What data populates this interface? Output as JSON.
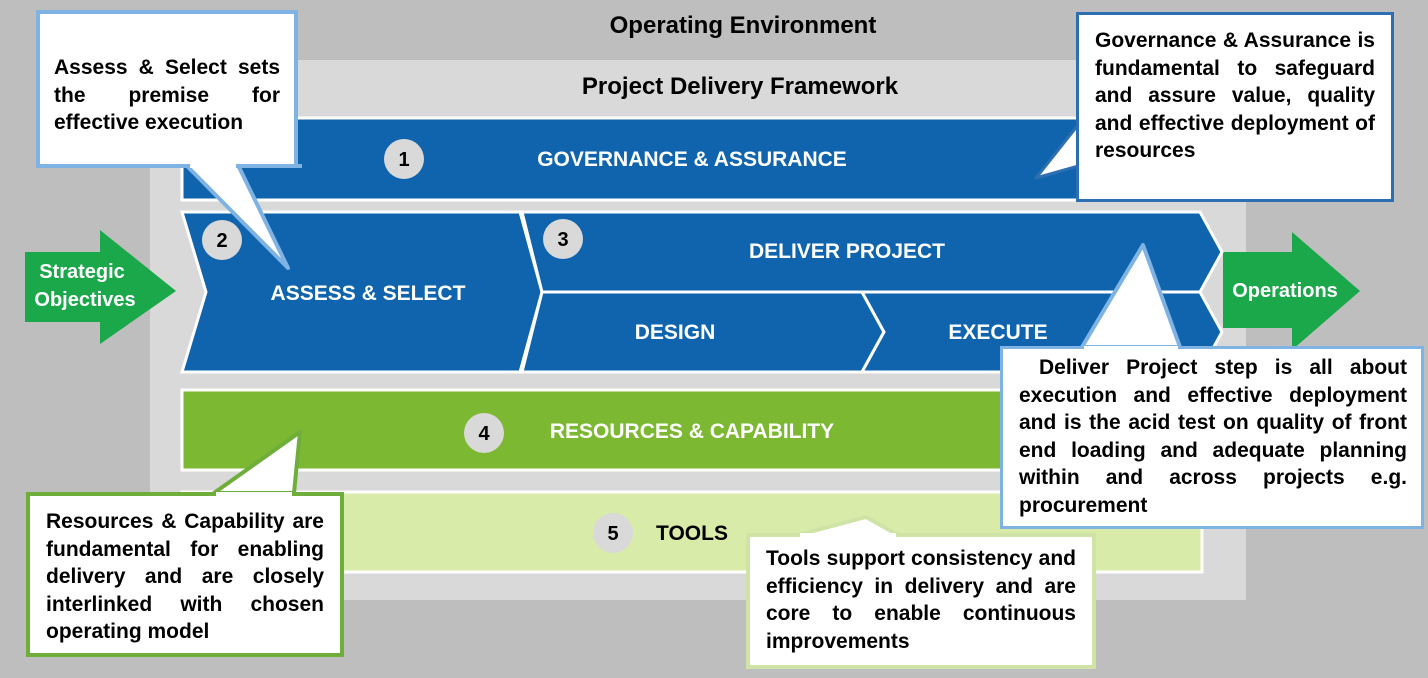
{
  "titles": {
    "operating_environment": "Operating Environment",
    "framework": "Project Delivery Framework"
  },
  "inputs": {
    "strategic_objectives_line1": "Strategic",
    "strategic_objectives_line2": "Objectives",
    "operations": "Operations"
  },
  "steps": [
    {
      "number": "1",
      "label": "GOVERNANCE & ASSURANCE"
    },
    {
      "number": "2",
      "label": "ASSESS & SELECT"
    },
    {
      "number": "3",
      "label": "DELIVER PROJECT"
    },
    {
      "number": "4",
      "label": "RESOURCES & CAPABILITY"
    },
    {
      "number": "5",
      "label": "TOOLS"
    }
  ],
  "substeps": {
    "design": "DESIGN",
    "execute": "EXECUTE"
  },
  "callouts": {
    "assess_select": "Assess & Select sets the premise for effective execution",
    "governance": "Governance & Assurance is fundamental to safeguard and assure value, quality and effective deployment of resources",
    "deliver_project": "Deliver Project step is all about execution and effective deployment and is the acid test on quality of front end loading and adequate planning within and across projects e.g. procurement",
    "resources": "Resources & Capability are fundamental for enabling delivery and are closely interlinked with chosen operating model",
    "tools": "Tools support consistency and efficiency in delivery and are core to enable continuous improvements"
  },
  "colors": {
    "outer_background": "#bebebe",
    "inner_background": "#d9d9d9",
    "blue": "#0f64ad",
    "green": "#7cb832",
    "light_green": "#d8eba8",
    "arrow_green": "#1aa84a",
    "callout_border_blue": "#7fb3e4",
    "callout_border_dark": "#2d6fb0",
    "callout_border_green": "#6fae3a",
    "callout_border_light_green": "#cfe3a6",
    "badge": "#d9d9d9"
  }
}
